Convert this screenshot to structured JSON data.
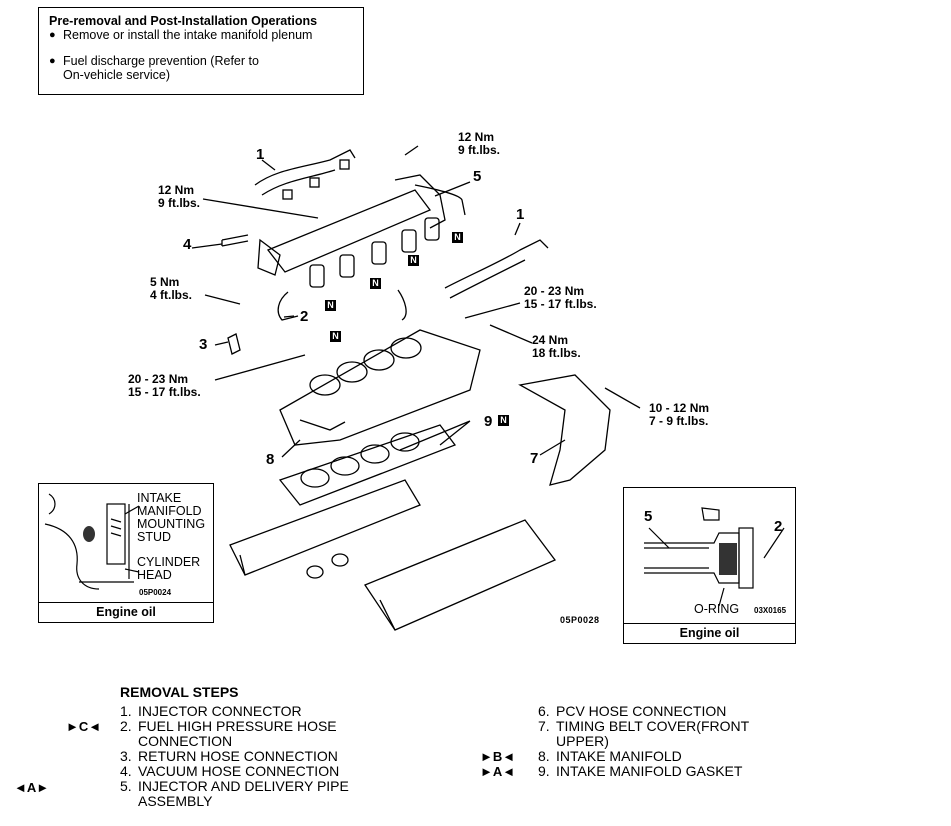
{
  "pre_ops": {
    "title": "Pre-removal and Post-Installation Operations",
    "items": [
      "Remove or install the intake manifold plenum",
      "Fuel discharge prevention (Refer to",
      "On-vehicle service)"
    ]
  },
  "torques": {
    "t1": [
      "12 Nm",
      "9 ft.lbs."
    ],
    "t2": [
      "12 Nm",
      "9 ft.lbs."
    ],
    "t3": [
      "5 Nm",
      "4 ft.lbs."
    ],
    "t4": [
      "20 - 23 Nm",
      "15 - 17 ft.lbs."
    ],
    "t5": [
      "24 Nm",
      "18 ft.lbs."
    ],
    "t6": [
      "20 - 23 Nm",
      "15 - 17 ft.lbs."
    ],
    "t7": [
      "10 - 12 Nm",
      "7 - 9 ft.lbs."
    ]
  },
  "part_numbers": {
    "p1a": "1",
    "p1b": "1",
    "p2": "2",
    "p3": "3",
    "p4": "4",
    "p5": "5",
    "p7": "7",
    "p8": "8",
    "p9": "9"
  },
  "n_mark": "N",
  "inset_left": {
    "labels": [
      "INTAKE",
      "MANIFOLD",
      "MOUNTING",
      "STUD",
      "CYLINDER",
      "HEAD"
    ],
    "code": "05P0024",
    "footer": "Engine oil"
  },
  "inset_right": {
    "num5": "5",
    "num2": "2",
    "oring": "O-RING",
    "code": "03X0165",
    "footer": "Engine oil"
  },
  "figure_code": "05P0028",
  "removal": {
    "title": "REMOVAL STEPS",
    "left": [
      {
        "n": "1.",
        "text": [
          "INJECTOR CONNECTOR"
        ],
        "mark": ""
      },
      {
        "n": "2.",
        "text": [
          "FUEL HIGH PRESSURE HOSE",
          "CONNECTION"
        ],
        "mark": "►C◄"
      },
      {
        "n": "3.",
        "text": [
          "RETURN HOSE CONNECTION"
        ],
        "mark": ""
      },
      {
        "n": "4.",
        "text": [
          "VACUUM HOSE CONNECTION"
        ],
        "mark": ""
      },
      {
        "n": "5.",
        "text": [
          "INJECTOR AND DELIVERY PIPE",
          "ASSEMBLY"
        ],
        "mark": "◄A►"
      }
    ],
    "right": [
      {
        "n": "6.",
        "text": [
          "PCV HOSE CONNECTION"
        ],
        "mark": ""
      },
      {
        "n": "7.",
        "text": [
          "TIMING BELT COVER(FRONT",
          "UPPER)"
        ],
        "mark": ""
      },
      {
        "n": "8.",
        "text": [
          "INTAKE MANIFOLD"
        ],
        "mark": "►B◄"
      },
      {
        "n": "9.",
        "text": [
          "INTAKE MANIFOLD GASKET"
        ],
        "mark": "►A◄"
      }
    ]
  }
}
